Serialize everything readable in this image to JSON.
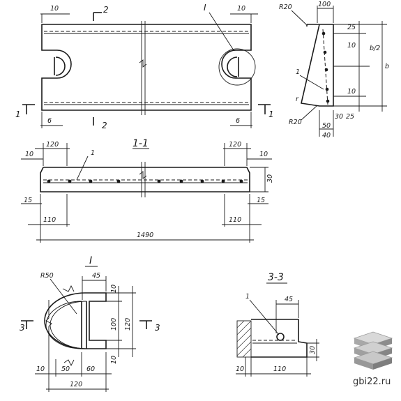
{
  "plan": {
    "dim_10_left": "10",
    "dim_10_right": "10",
    "section_2_top": "2",
    "section_2_bottom": "2",
    "detail_callout": "I",
    "section_1_left": "1",
    "section_1_right": "1",
    "dim_6_left": "6",
    "dim_6_right": "6"
  },
  "edge_section": {
    "radius_top": "R20",
    "dim_100": "100",
    "dim_25_top": "25",
    "dim_10_top": "10",
    "dim_b_half": "b/2",
    "dim_b": "b",
    "leader_1": "1",
    "dim_10_bottom": "10",
    "dim_r": "r",
    "radius_bottom": "R20",
    "dim_30": "30",
    "dim_25_bottom": "25",
    "dim_50": "50",
    "dim_40": "40"
  },
  "section_1_1": {
    "title": "1-1",
    "dim_120_left": "120",
    "dim_120_right": "120",
    "dim_10_left": "10",
    "dim_10_right": "10",
    "leader_1": "1",
    "dim_30": "30",
    "dim_15_left": "15",
    "dim_15_right": "15",
    "dim_110_left": "110",
    "dim_110_right": "110",
    "dim_total": "1490"
  },
  "detail_I": {
    "title": "I",
    "radius": "R50",
    "dim_45": "45",
    "dim_10_top": "10",
    "dim_100": "100",
    "dim_120_v": "120",
    "dim_10_bottom": "10",
    "dim_10_left": "10",
    "dim_50": "50",
    "dim_60": "60",
    "dim_120_h": "120",
    "section_3_left": "3",
    "section_3_right": "3"
  },
  "section_3_3": {
    "title": "3-3",
    "leader_1": "1",
    "dim_45": "45",
    "dim_30": "30",
    "dim_10": "10",
    "dim_110": "110"
  },
  "watermark": {
    "site": "gbi22.ru",
    "icon": "stacked-slabs-icon"
  }
}
